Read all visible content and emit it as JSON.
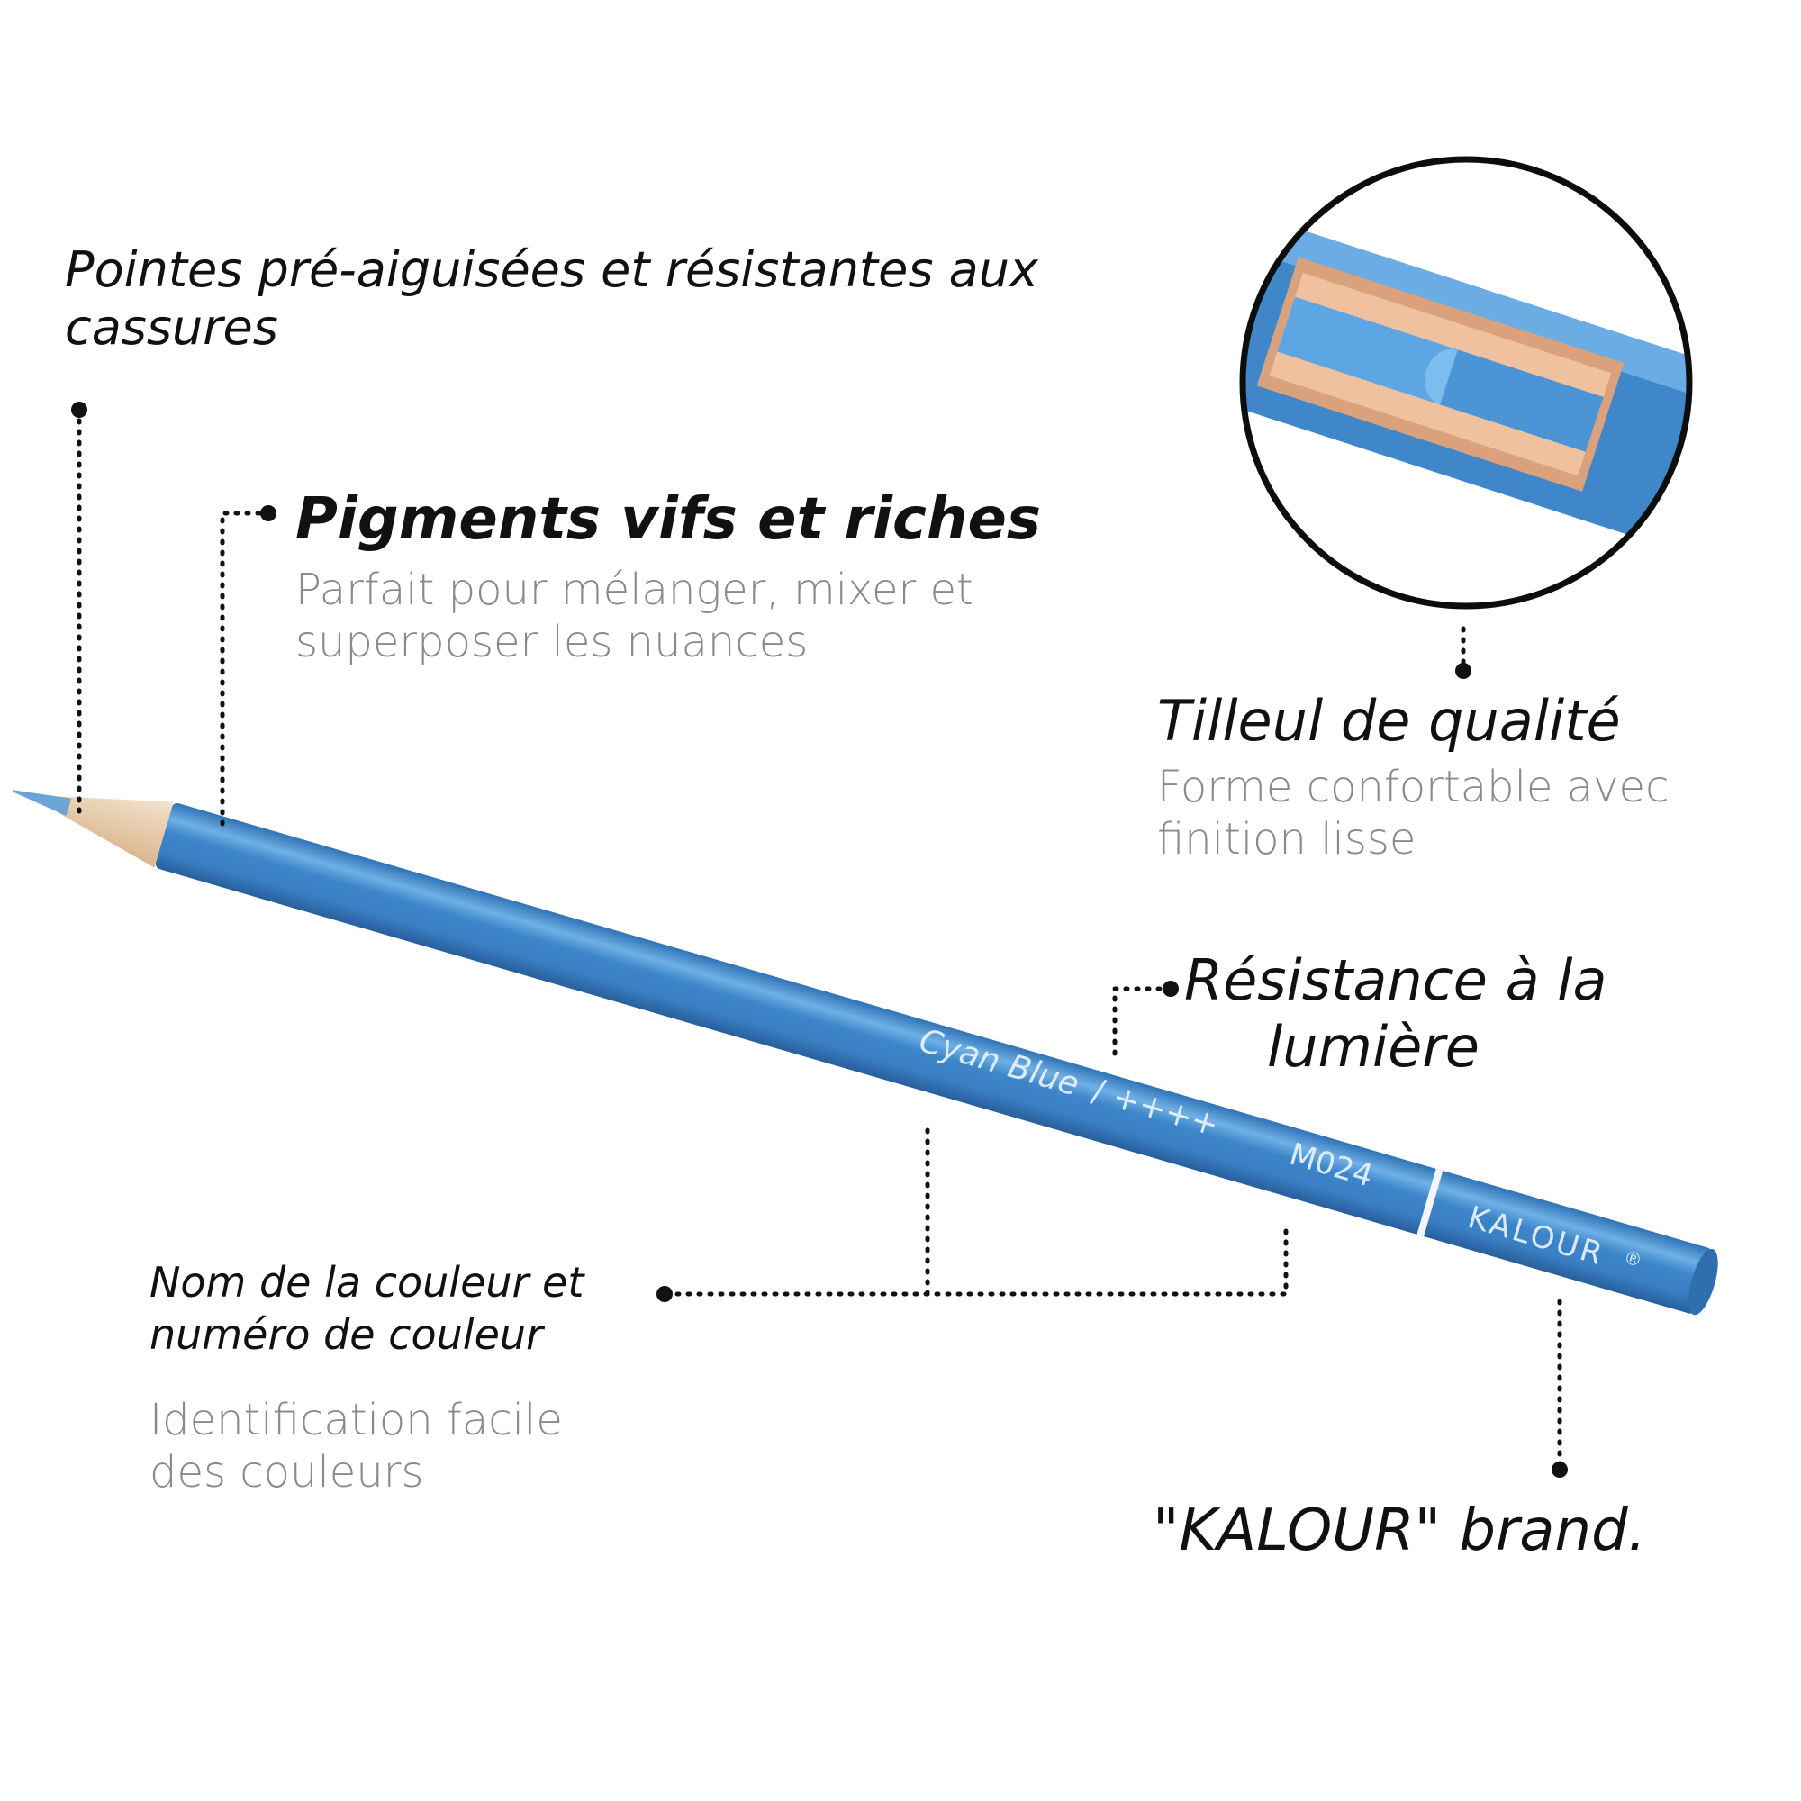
{
  "colors": {
    "pencil_blue": "#3d86c9",
    "pencil_light": "#7fb6e6",
    "wood": "#e9cfae",
    "heading": "#111111",
    "subtext": "#8a8a8a"
  },
  "callouts": {
    "tips": {
      "title_line1": "Pointes pré-aiguisées et résistantes aux",
      "title_line2": "cassures"
    },
    "pigments": {
      "title": "Pigments vifs et riches",
      "sub_line1": "Parfait pour mélanger, mixer et",
      "sub_line2": "superposer les nuances"
    },
    "wood": {
      "title": "Tilleul de qualité",
      "sub_line1": "Forme confortable avec",
      "sub_line2": "finition lisse"
    },
    "lightfast": {
      "title_line1": "Résistance à la",
      "title_line2": "lumière"
    },
    "color_name": {
      "title_line1": "Nom de la couleur et",
      "title_line2": "numéro de couleur",
      "sub_line1": "Identification facile",
      "sub_line2": "des couleurs"
    },
    "brand": {
      "title": "\"KALOUR\" brand."
    }
  },
  "pencil": {
    "color_name": "Cyan Blue",
    "mark": "/ ++++",
    "code": "M024",
    "brand": "KALOUR",
    "brand_symbol": "®",
    "icon": "pencil-icon"
  }
}
